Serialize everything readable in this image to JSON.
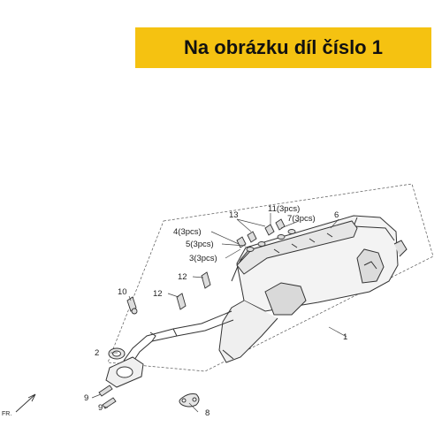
{
  "banner": {
    "text": "Na obrázku díl číslo 1"
  },
  "callouts": {
    "c1": "1",
    "c2": "2",
    "c3": "3(3pcs)",
    "c4": "4(3pcs)",
    "c5": "5(3pcs)",
    "c6": "6",
    "c7": "7(3pcs)",
    "c8": "8",
    "c9a": "9",
    "c9b": "9",
    "c10": "10",
    "c11": "11(3pcs)",
    "c12a": "12",
    "c12b": "12",
    "c13": "13"
  },
  "direction": {
    "text": "FR."
  },
  "colors": {
    "banner": "#f5c211",
    "line": "#333333",
    "text": "#222222"
  }
}
